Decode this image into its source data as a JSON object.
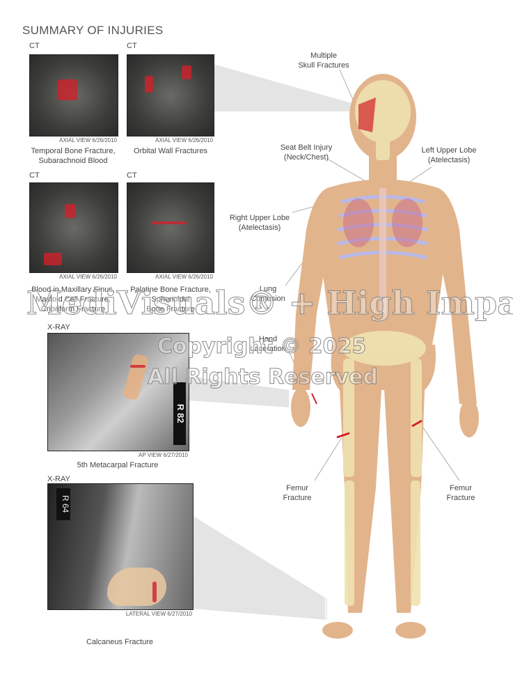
{
  "title": "SUMMARY OF INJURIES",
  "panels": [
    {
      "modality": "CT",
      "view": "AXIAL VIEW 6/26/2010",
      "caption": [
        "Temporal Bone Fracture,",
        "Subarachnoid Blood"
      ]
    },
    {
      "modality": "CT",
      "view": "AXIAL VIEW 6/26/2010",
      "caption": [
        "Orbital Wall Fractures"
      ]
    },
    {
      "modality": "CT",
      "view": "AXIAL VIEW 6/26/2010",
      "caption": [
        "Blood in Maxillary Sinus,",
        "Mastoid Cell Fracture,",
        "Cribriform Fracture"
      ]
    },
    {
      "modality": "CT",
      "view": "AXIAL VIEW 6/26/2010",
      "caption": [
        "Palatine Bone Fracture,",
        "Sphenoidal",
        "Bone Fracture"
      ]
    },
    {
      "modality": "X-RAY",
      "view": "AP VIEW 6/27/2010",
      "caption": [
        "5th Metacarpal Fracture"
      ],
      "marker": "R 82"
    },
    {
      "modality": "X-RAY",
      "view": "LATERAL VIEW 6/27/2010",
      "caption": [
        "Calcaneus Fracture"
      ],
      "marker": "R 64"
    }
  ],
  "labels": {
    "skull": [
      "Multiple",
      "Skull Fractures"
    ],
    "seatbelt": [
      "Seat Belt Injury",
      "(Neck/Chest)"
    ],
    "left_lobe": [
      "Left Upper Lobe",
      "(Atelectasis)"
    ],
    "right_lobe": [
      "Right Upper Lobe",
      "(Atelectasis)"
    ],
    "lung": [
      "Lung",
      "Contusion"
    ],
    "hand": [
      "Hand",
      "Laceration"
    ],
    "femur_r": [
      "Femur",
      "Fracture"
    ],
    "femur_l": [
      "Femur",
      "Fracture"
    ]
  },
  "watermark": {
    "line1": "MediVisuals® + High Impact®",
    "line2": "Copyright © 2025",
    "line3": "All Rights Reserved"
  },
  "colors": {
    "fracture": "#d0202a",
    "skin": "#e2b48c",
    "bone": "#f0e2b0"
  }
}
